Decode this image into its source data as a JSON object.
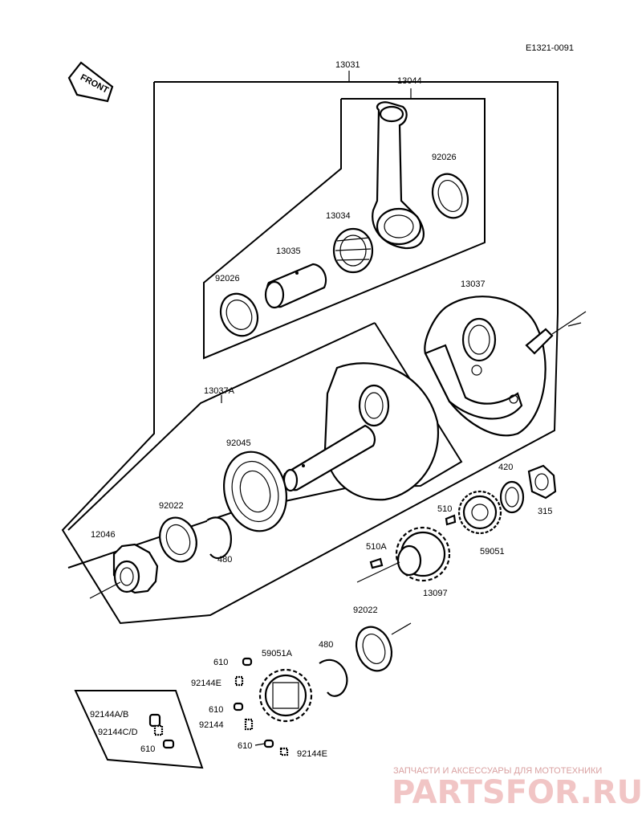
{
  "diagram": {
    "code": "E1321-0091",
    "front_label": "FRONT",
    "parts": {
      "p13031": "13031",
      "p13044": "13044",
      "p92026_a": "92026",
      "p13034": "13034",
      "p13035": "13035",
      "p92026_b": "92026",
      "p13037": "13037",
      "p13037A": "13037A",
      "p92045": "92045",
      "p92022_a": "92022",
      "p480_a": "480",
      "p12046": "12046",
      "p420": "420",
      "p315": "315",
      "p510": "510",
      "p59051": "59051",
      "p510A": "510A",
      "p13097": "13097",
      "p92022_b": "92022",
      "p480_b": "480",
      "p59051A": "59051A",
      "p610_a": "610",
      "p92144E_a": "92144E",
      "p610_b": "610",
      "p92144": "92144",
      "p610_c": "610",
      "p92144E_b": "92144E",
      "p92144AB": "92144A/B",
      "p92144CD": "92144C/D",
      "p610_d": "610"
    }
  },
  "watermark": {
    "tagline": "ЗАПЧАСТИ И АКСЕССУАРЫ ДЛЯ МОТОТЕХНИКИ",
    "brand": "PARTSFOR.RU",
    "color": "#e8a0a0"
  }
}
